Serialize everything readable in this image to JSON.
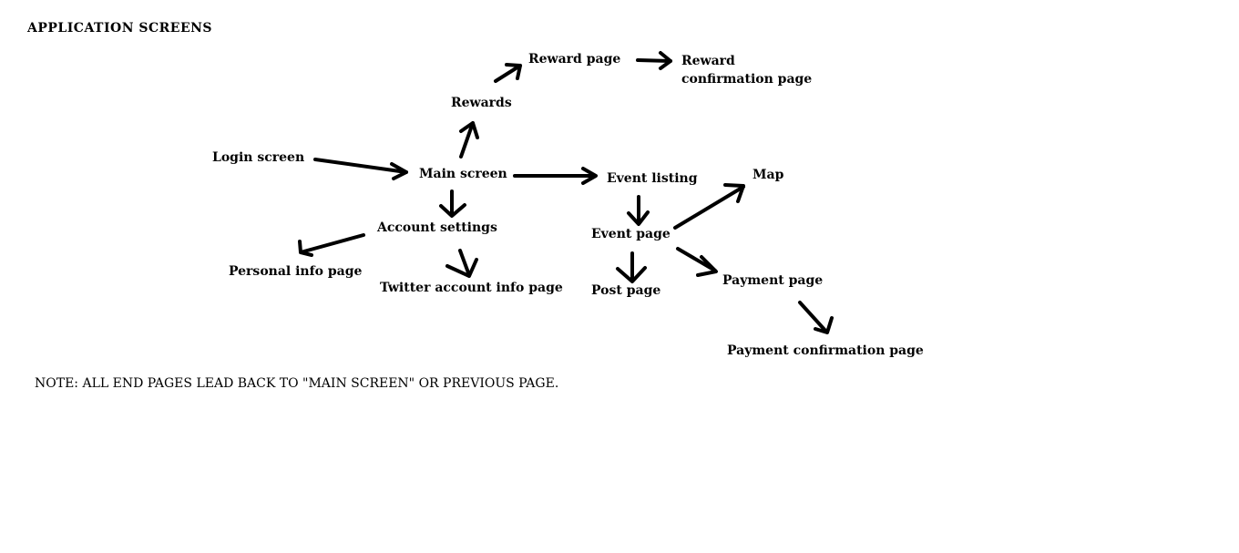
{
  "title": "APPLICATION SCREENS",
  "note": "NOTE: ALL END PAGES LEAD BACK TO \"MAIN SCREEN\" OR PREVIOUS PAGE.",
  "nodes": {
    "login_screen": "Login screen",
    "main_screen": "Main screen",
    "rewards": "Rewards",
    "reward_page": "Reward page",
    "reward_confirmation_line1": "Reward",
    "reward_confirmation_line2": "confirmation page",
    "account_settings": "Account settings",
    "personal_info_page": "Personal info page",
    "twitter_account_info_page": "Twitter account info page",
    "event_listing": "Event listing",
    "event_page": "Event page",
    "map": "Map",
    "post_page": "Post page",
    "payment_page": "Payment page",
    "payment_confirmation_page": "Payment confirmation page"
  },
  "edges": [
    {
      "from": "Login screen",
      "to": "Main screen"
    },
    {
      "from": "Main screen",
      "to": "Rewards"
    },
    {
      "from": "Rewards",
      "to": "Reward page"
    },
    {
      "from": "Reward page",
      "to": "Reward confirmation page"
    },
    {
      "from": "Main screen",
      "to": "Account settings"
    },
    {
      "from": "Account settings",
      "to": "Personal info page"
    },
    {
      "from": "Account settings",
      "to": "Twitter account info page"
    },
    {
      "from": "Main screen",
      "to": "Event listing"
    },
    {
      "from": "Event listing",
      "to": "Event page"
    },
    {
      "from": "Event page",
      "to": "Map"
    },
    {
      "from": "Event page",
      "to": "Post page"
    },
    {
      "from": "Event page",
      "to": "Payment page"
    },
    {
      "from": "Payment page",
      "to": "Payment confirmation page"
    }
  ]
}
